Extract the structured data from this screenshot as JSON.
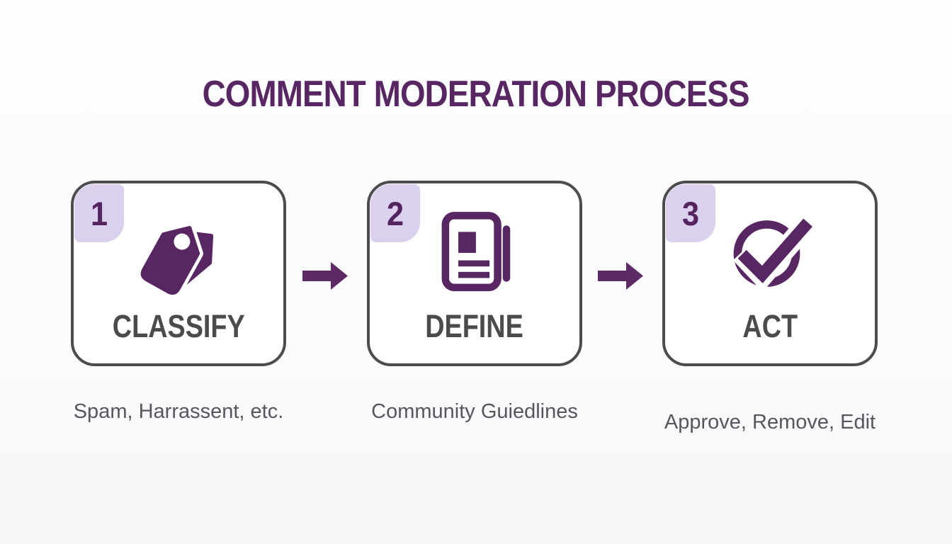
{
  "title": "COMMENT MODERATION PROCESS",
  "steps": [
    {
      "number": "1",
      "label": "CLASSIFY",
      "caption": "Spam, Harrassent, etc.",
      "icon": "tags-icon"
    },
    {
      "number": "2",
      "label": "DEFINE",
      "caption": "Community Guiedlines",
      "icon": "document-icon"
    },
    {
      "number": "3",
      "label": "ACT",
      "caption": "Approve, Remove, Edit",
      "icon": "check-circle-icon"
    }
  ],
  "colors": {
    "accent": "#582663",
    "arrow": "#5d2a66",
    "badge_bg": "#dbd0ee",
    "badge_text": "#53245f",
    "card_border": "#4c4c4e",
    "label": "#4b4b4d",
    "caption": "#56575a",
    "background": "#fbfcfd"
  }
}
